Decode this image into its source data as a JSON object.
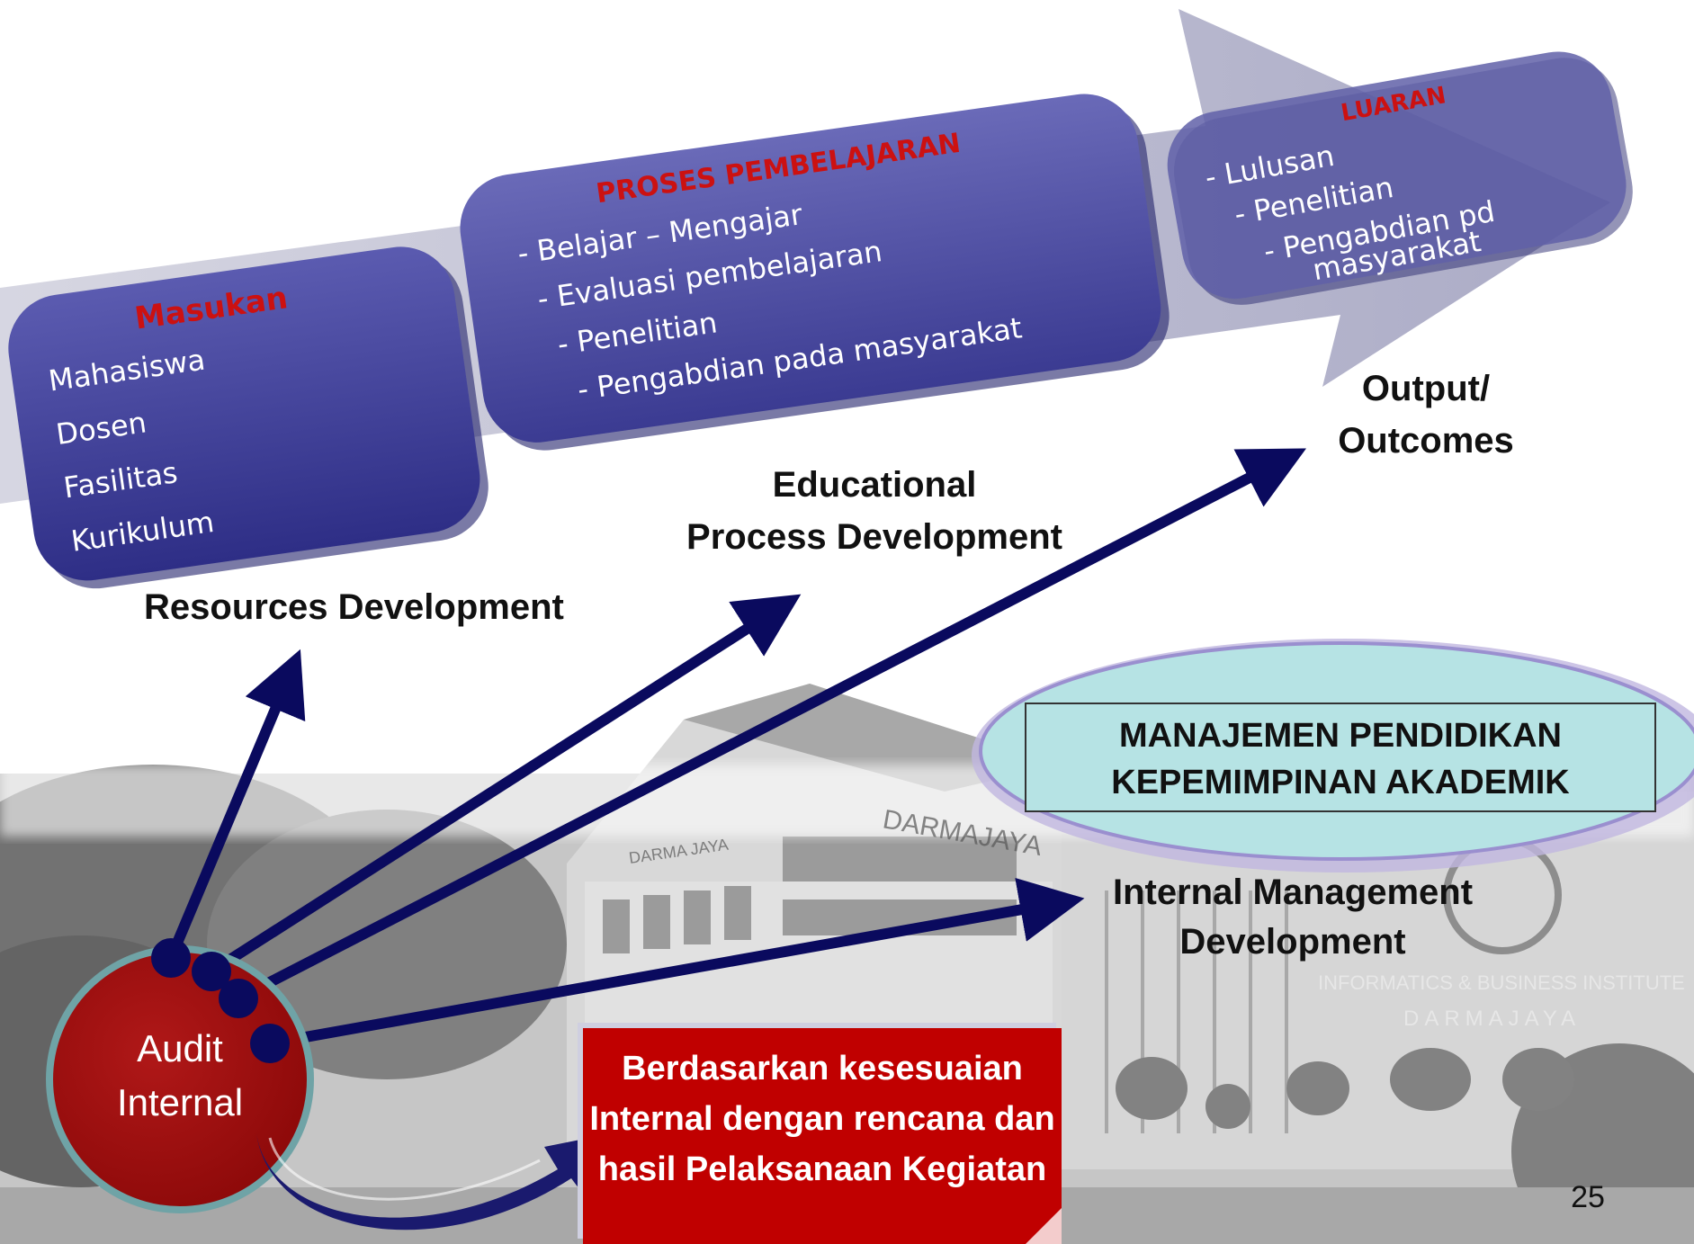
{
  "slide": {
    "page_number": "25"
  },
  "diagram": {
    "input_box": {
      "title": "Masukan",
      "items": [
        "Mahasiswa",
        "Dosen",
        "Fasilitas",
        "Kurikulum"
      ]
    },
    "process_box": {
      "title": "PROSES PEMBELAJARAN",
      "items": [
        "- Belajar – Mengajar",
        "- Evaluasi pembelajaran",
        "- Penelitian",
        "- Pengabdian pada masyarakat"
      ]
    },
    "output_box": {
      "title": "LUARAN",
      "items": [
        "- Lulusan",
        "- Penelitian",
        "- Pengabdian pd",
        "masyarakat"
      ]
    },
    "labels": {
      "resources": "Resources Development",
      "educational_1": "Educational",
      "educational_2": "Process Development",
      "output_1": "Output/",
      "output_2": "Outcomes",
      "internal_mgmt_1": "Internal Management",
      "internal_mgmt_2": "Development"
    },
    "management": {
      "line1": "MANAJEMEN PENDIDIKAN",
      "line2": "KEPEMIMPINAN AKADEMIK"
    },
    "audit": {
      "line1": "Audit",
      "line2": "Internal"
    },
    "callout": {
      "line1": "Berdasarkan kesesuaian",
      "line2": "Internal dengan rencana dan",
      "line3": "hasil Pelaksanaan Kegiatan"
    }
  },
  "photo_signs": {
    "building": "DARMAJAYA",
    "building_small": "DARMA JAYA",
    "institute": "INFORMATICS & BUSINESS INSTITUTE",
    "institute_name": "DARMAJAYA"
  },
  "colors": {
    "box_blue": "#3b3b92",
    "box_title_red": "#cc1111",
    "arrow_navy": "#0a0a5e",
    "audit_red": "#9a0c0c",
    "callout_red": "#c00000",
    "management_fill": "#b6e3e4"
  }
}
